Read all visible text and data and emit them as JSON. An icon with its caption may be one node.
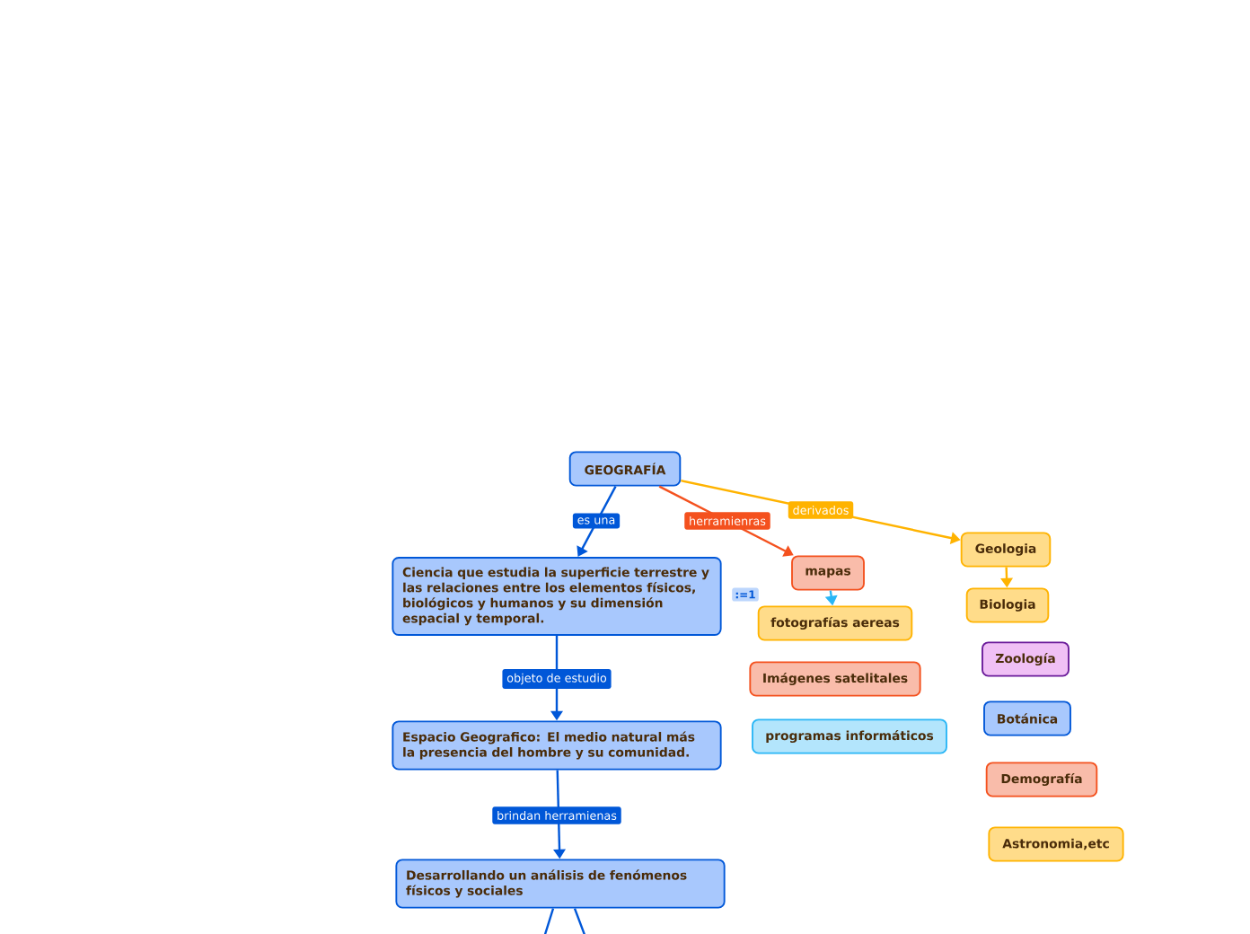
{
  "diagram": {
    "nodes": [
      {
        "text": [
          "GEOGRAFÍA"
        ]
      },
      {
        "text": [
          "Ciencia que estudia la superficie terrestre y las relaciones entre los elementos físicos, biológicos y humanos y su dimensión espacial y temporal."
        ]
      },
      {
        "text": [
          "Espacio Geografico: El medio natural más la presencia del hombre y su comunidad."
        ]
      },
      {
        "text": [
          "Desarrollando un análisis de fenómenos físicos y sociales"
        ]
      },
      {
        "text": [
          "mapas"
        ]
      },
      {
        "text": [
          "fotografías aereas"
        ]
      },
      {
        "text": [
          "Imágenes satelitales"
        ]
      },
      {
        "text": [
          "programas informáticos"
        ]
      },
      {
        "text": [
          "Geologia"
        ]
      },
      {
        "text": [
          "Biologia"
        ]
      },
      {
        "text": [
          "Zoología"
        ]
      },
      {
        "text": [
          "Botánica"
        ]
      },
      {
        "text": [
          "Demografía"
        ]
      },
      {
        "text": [
          "Astronomia,etc"
        ]
      }
    ],
    "edges": [
      {
        "from": 0,
        "to": 1,
        "arrow": "to",
        "label": "es una"
      },
      {
        "from": 0,
        "to": 4,
        "arrow": "to",
        "label": "herramienras",
        "color": "#f4511e"
      },
      {
        "from": 0,
        "to": 8,
        "arrow": "to",
        "label": "derivados",
        "color": "#ffb300"
      },
      {
        "from": 1,
        "to": 2,
        "arrow": "to",
        "label": "objeto de estudio"
      },
      {
        "from": 2,
        "to": 3,
        "arrow": "to",
        "label": "brindan herramienas"
      },
      {
        "from": 4,
        "to": 5,
        "arrow": "to",
        "color": "#29b6f6"
      },
      {
        "from": 8,
        "to": 9,
        "arrow": "to",
        "color": "#ffb300"
      },
      {
        "from": 3,
        "to": null,
        "arrow": "none"
      },
      {
        "from": 3,
        "to": null,
        "arrow": "none"
      }
    ],
    "labels": [
      ":=1"
    ]
  }
}
